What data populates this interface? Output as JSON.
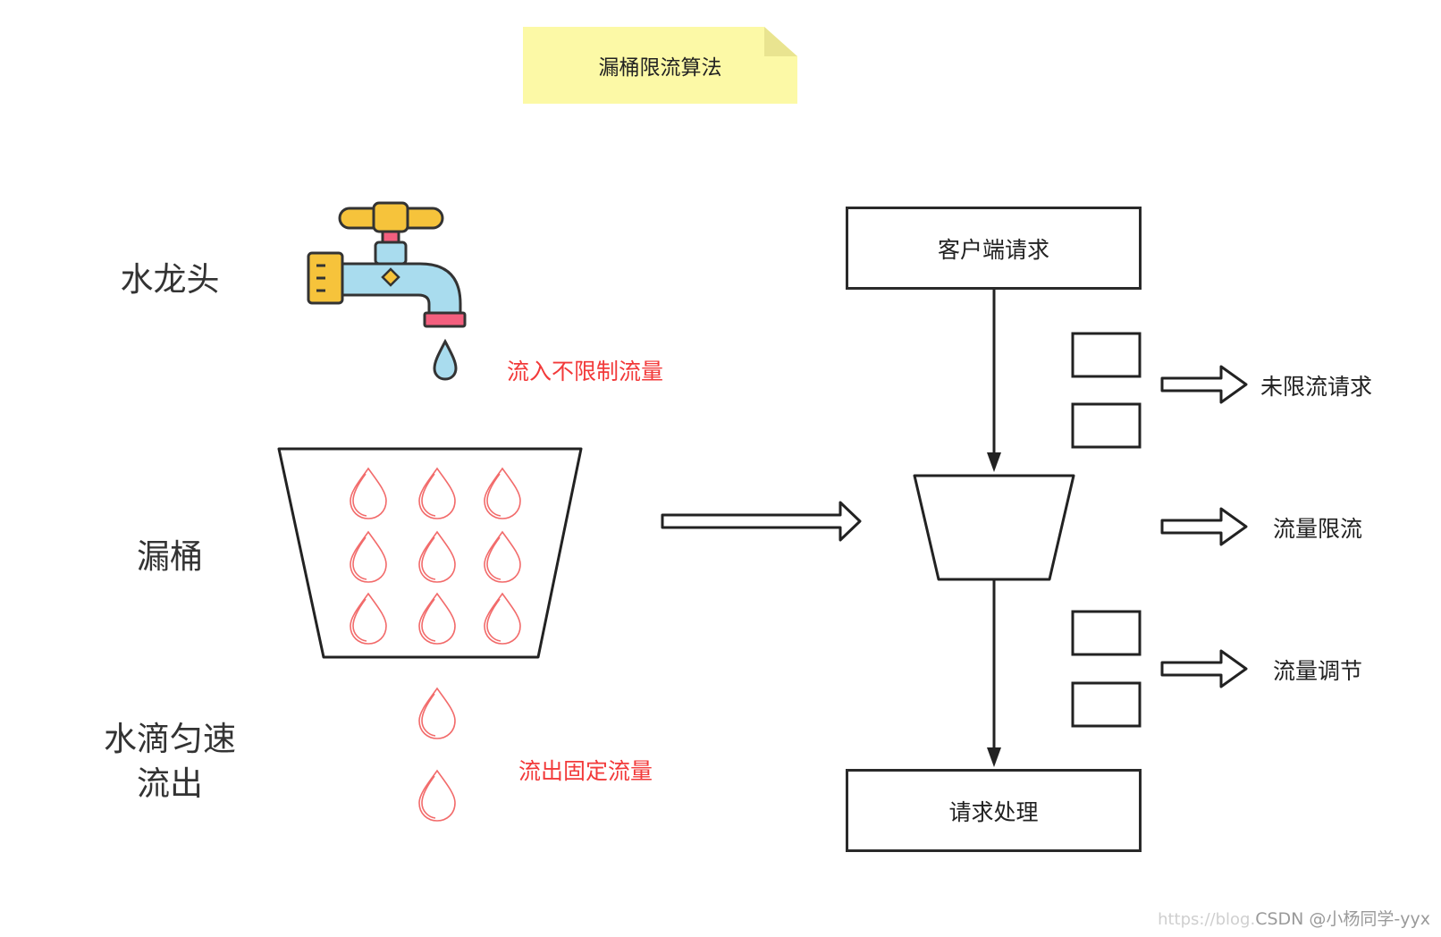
{
  "title": "漏桶限流算法",
  "left_labels": {
    "faucet": "水龙头",
    "bucket": "漏桶",
    "drip": "水滴匀速\n流出"
  },
  "annotations": {
    "inflow": "流入不限制流量",
    "outflow": "流出固定流量"
  },
  "flow": {
    "client_request": "客户端请求",
    "request_handling": "请求处理"
  },
  "outcomes": [
    "未限流请求",
    "流量限流",
    "流量调节"
  ],
  "watermark": {
    "url": "https://blog.",
    "brand": "CSDN @小杨同学-yyx"
  },
  "colors": {
    "drop_red": "#f26b6b",
    "note_yellow": "#fcf9a6",
    "faucet_gold": "#f6c33b",
    "faucet_blue": "#a9dcee",
    "faucet_pink": "#f35f7e"
  }
}
